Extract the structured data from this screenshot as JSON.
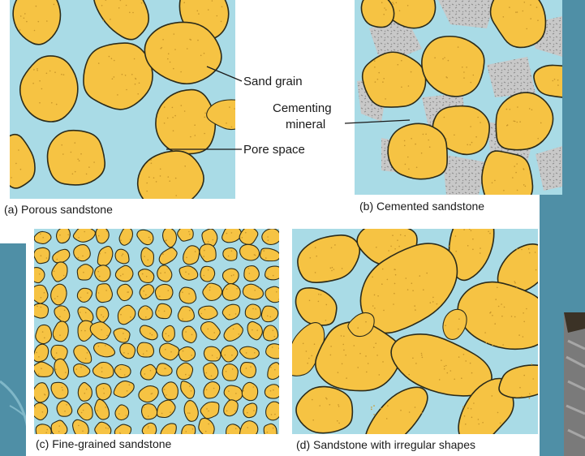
{
  "colors": {
    "background": "#4f8fa6",
    "panel_paper": "#ffffff",
    "pore_water": "#a9dbe6",
    "grain_fill": "#f6c343",
    "grain_outline": "#2b2b1a",
    "cement": "#b9b9b9"
  },
  "panels": [
    {
      "id": "a",
      "caption": "(a) Porous sandstone",
      "grain_size": "coarse",
      "cement": false
    },
    {
      "id": "b",
      "caption": "(b) Cemented sandstone",
      "grain_size": "coarse",
      "cement": true
    },
    {
      "id": "c",
      "caption": "(c) Fine-grained sandstone",
      "grain_size": "fine",
      "cement": false
    },
    {
      "id": "d",
      "caption": "(d) Sandstone with irregular shapes",
      "grain_size": "mixed",
      "cement": false
    }
  ],
  "labels": {
    "sand_grain": "Sand grain",
    "cementing_mineral_line1": "Cementing",
    "cementing_mineral_line2": "mineral",
    "pore_space": "Pore space"
  }
}
